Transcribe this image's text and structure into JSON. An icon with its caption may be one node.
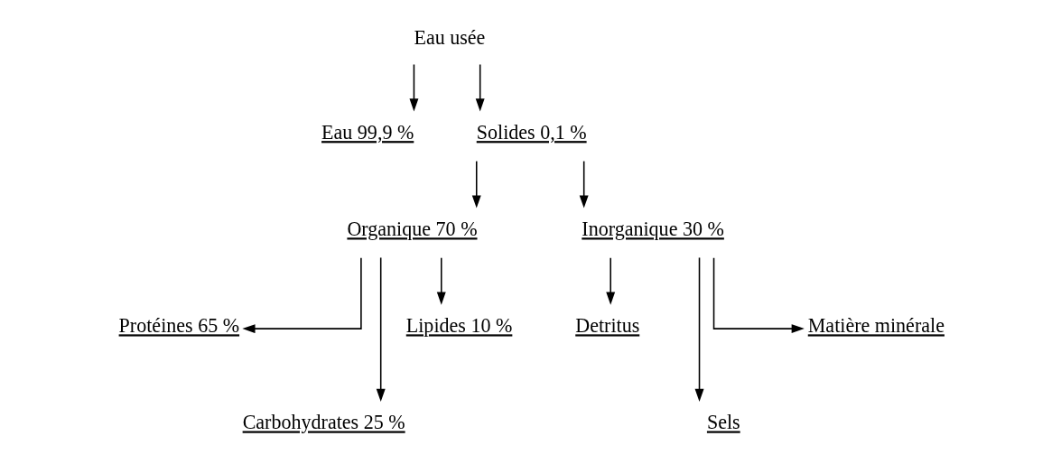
{
  "diagram": {
    "nodes": [
      {
        "text": [
          "Eau usée"
        ]
      },
      {
        "text": [
          "Eau 99,9 %"
        ]
      },
      {
        "text": [
          "Solides 0,1 %"
        ]
      },
      {
        "text": [
          "Organique 70 %"
        ]
      },
      {
        "text": [
          "Inorganique 30 %"
        ]
      },
      {
        "text": [
          "Protéines 65 %"
        ]
      },
      {
        "text": [
          "Carbohydrates 25 %"
        ]
      },
      {
        "text": [
          "Lipides 10 %"
        ]
      },
      {
        "text": [
          "Detritus"
        ]
      },
      {
        "text": [
          "Sels"
        ]
      },
      {
        "text": [
          "Matière minérale"
        ]
      }
    ],
    "edges": [
      {
        "from": 0,
        "to": 1,
        "arrow": "to"
      },
      {
        "from": 0,
        "to": 2,
        "arrow": "to"
      },
      {
        "from": 2,
        "to": 3,
        "arrow": "to"
      },
      {
        "from": 2,
        "to": 4,
        "arrow": "to"
      },
      {
        "from": 3,
        "to": 5,
        "arrow": "to"
      },
      {
        "from": 3,
        "to": 6,
        "arrow": "to"
      },
      {
        "from": 3,
        "to": 7,
        "arrow": "to"
      },
      {
        "from": 4,
        "to": 8,
        "arrow": "to"
      },
      {
        "from": 4,
        "to": 9,
        "arrow": "to"
      },
      {
        "from": 4,
        "to": 10,
        "arrow": "to"
      }
    ]
  }
}
